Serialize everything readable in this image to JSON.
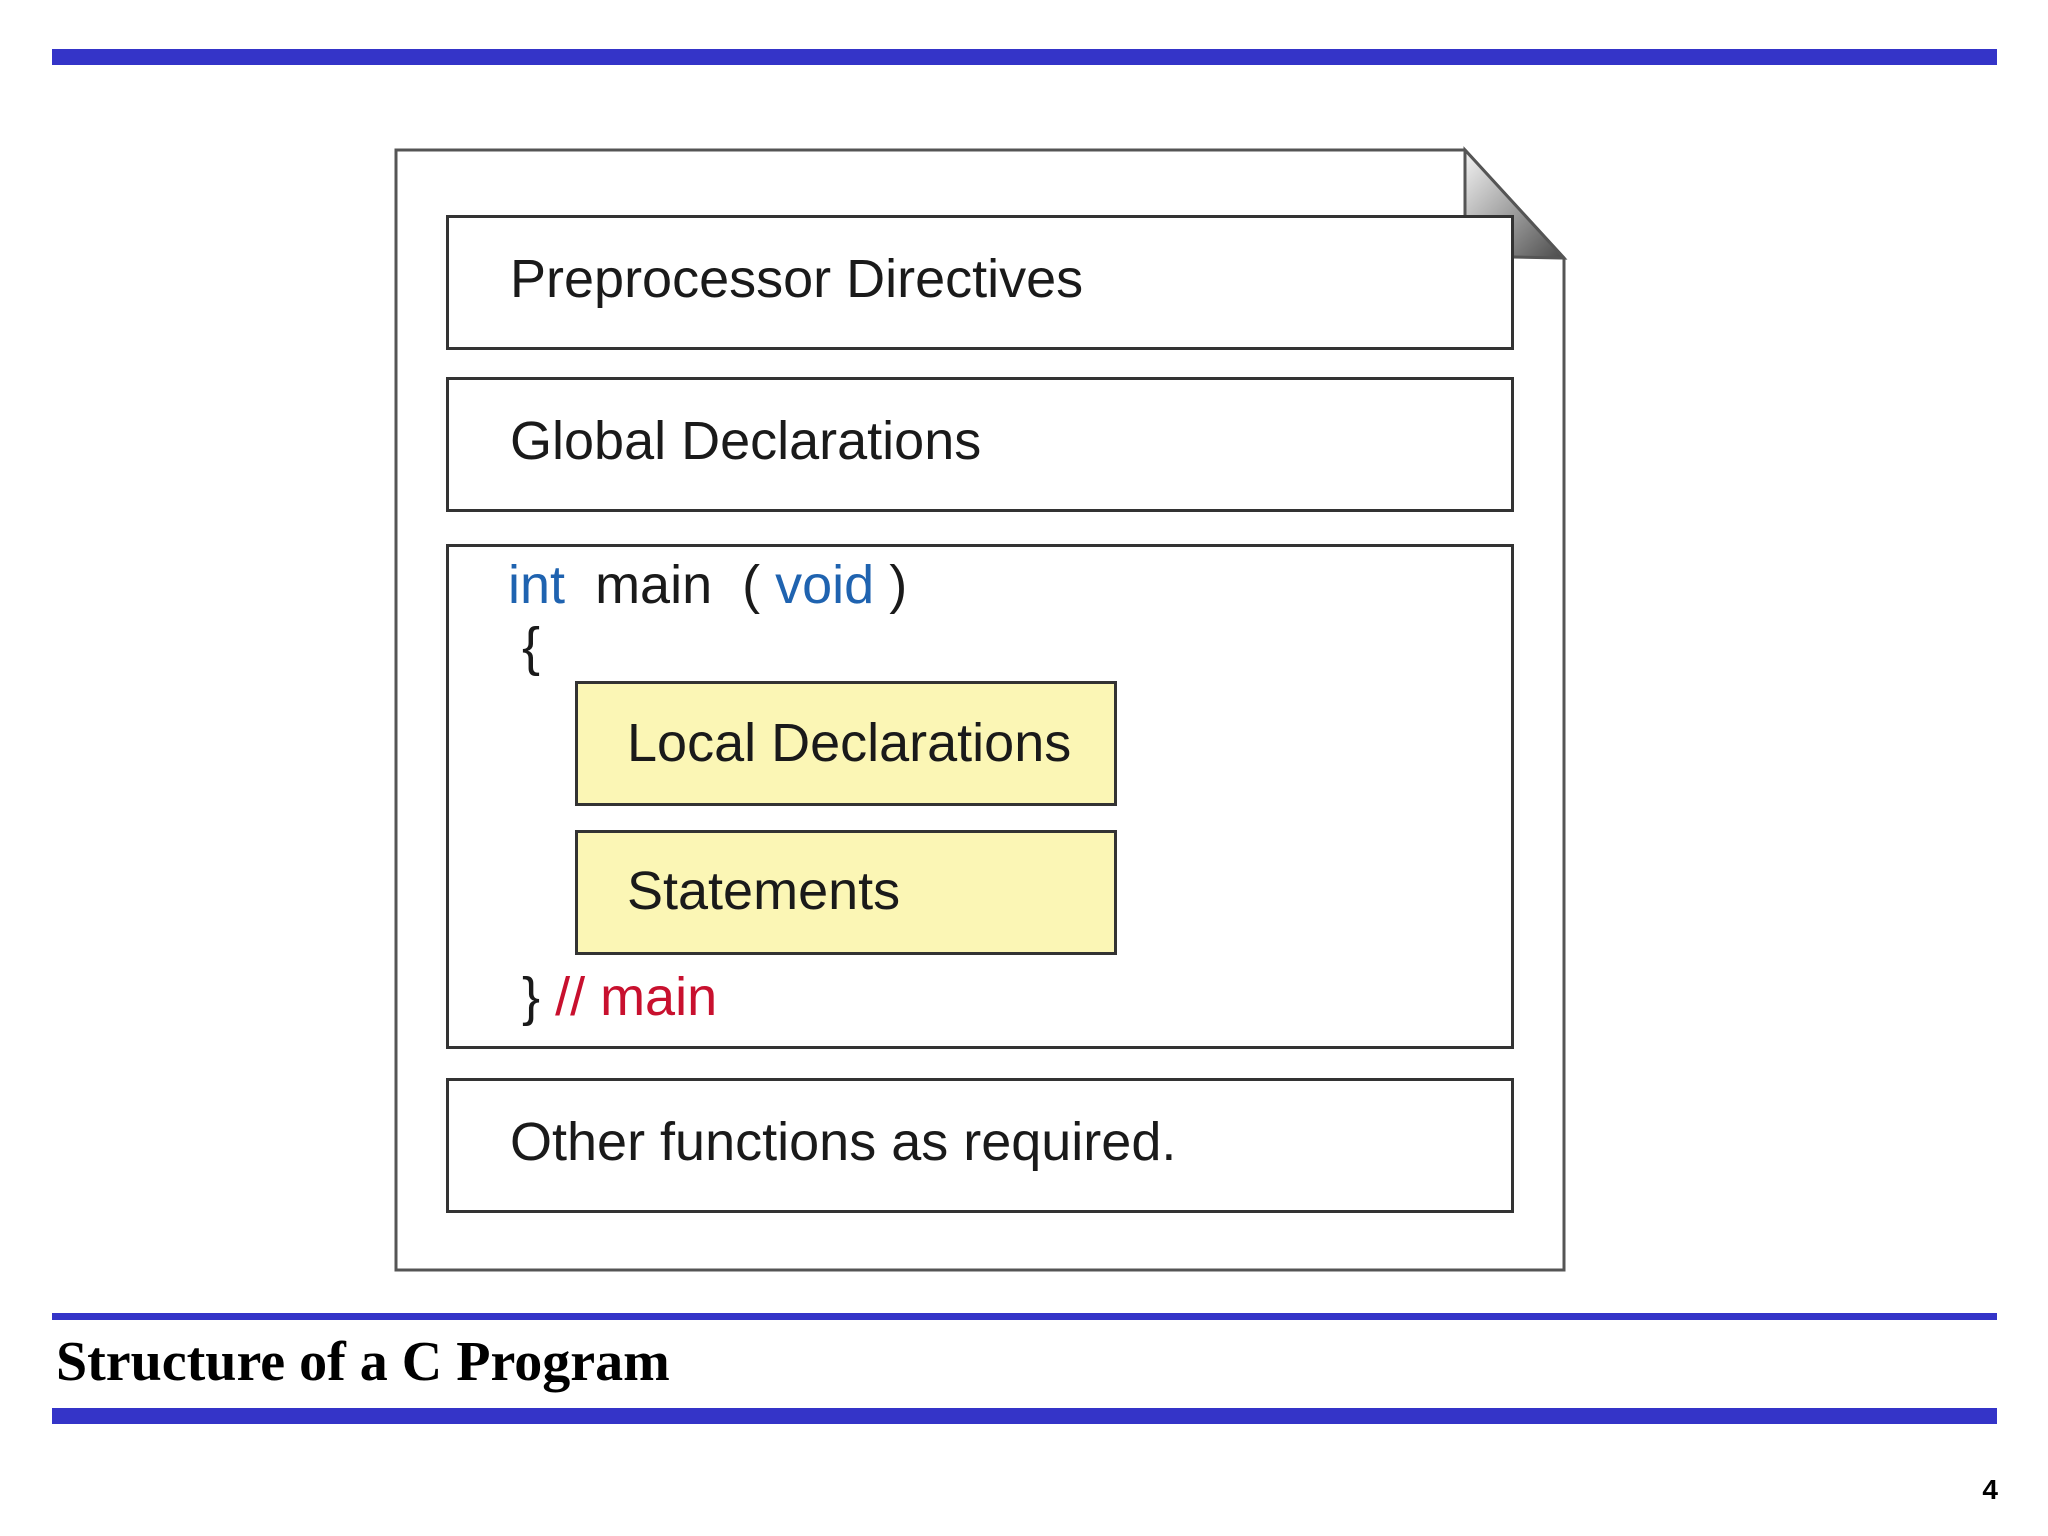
{
  "slide": {
    "title": "Structure of a C Program",
    "page_number": "4",
    "accent_color": "#3434c8"
  },
  "diagram": {
    "preprocessor": "Preprocessor Directives",
    "global": "Global Declarations",
    "main": {
      "kw_int": "int",
      "name": "main",
      "paren_open": "(",
      "kw_void": "void",
      "paren_close": ")",
      "open_brace": "{",
      "close_brace": "}",
      "comment": "// main",
      "keyword_color": "#1f63b0",
      "comment_color": "#c8102e"
    },
    "local": "Local Declarations",
    "statements": "Statements",
    "other": "Other functions as required.",
    "inner_fill_color": "#fbf6b5"
  }
}
